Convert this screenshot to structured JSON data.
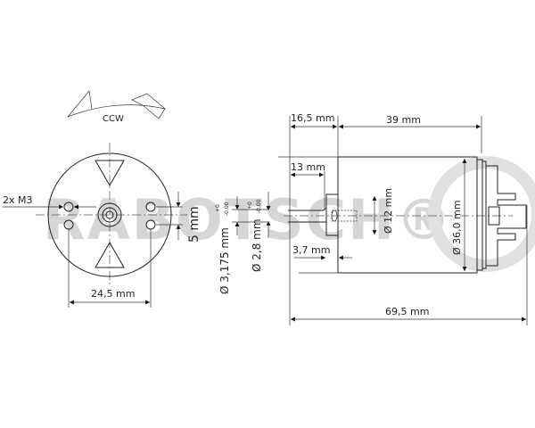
{
  "watermark": "RABOTSCH®",
  "front_view": {
    "rotation": "CCW",
    "holes": "2x M3",
    "hole_spacing": "24,5 mm",
    "hole_offset": "5 mm"
  },
  "side_view": {
    "shaft_diameter": "Ø 3,175 mm",
    "shaft_tol_upper": "+0",
    "shaft_tol_lower": "-0,00",
    "shaft_flat_diameter": "Ø 2,8 mm",
    "flat_tol_upper": "+0",
    "flat_tol_lower": "-0,00",
    "shaft_length": "16,5 mm",
    "body_length": "39 mm",
    "flat_length": "13 mm",
    "boss_length": "3,7 mm",
    "boss_diameter": "Ø 12 mm",
    "body_diameter": "Ø 36,0 mm",
    "total_length": "69,5 mm"
  }
}
